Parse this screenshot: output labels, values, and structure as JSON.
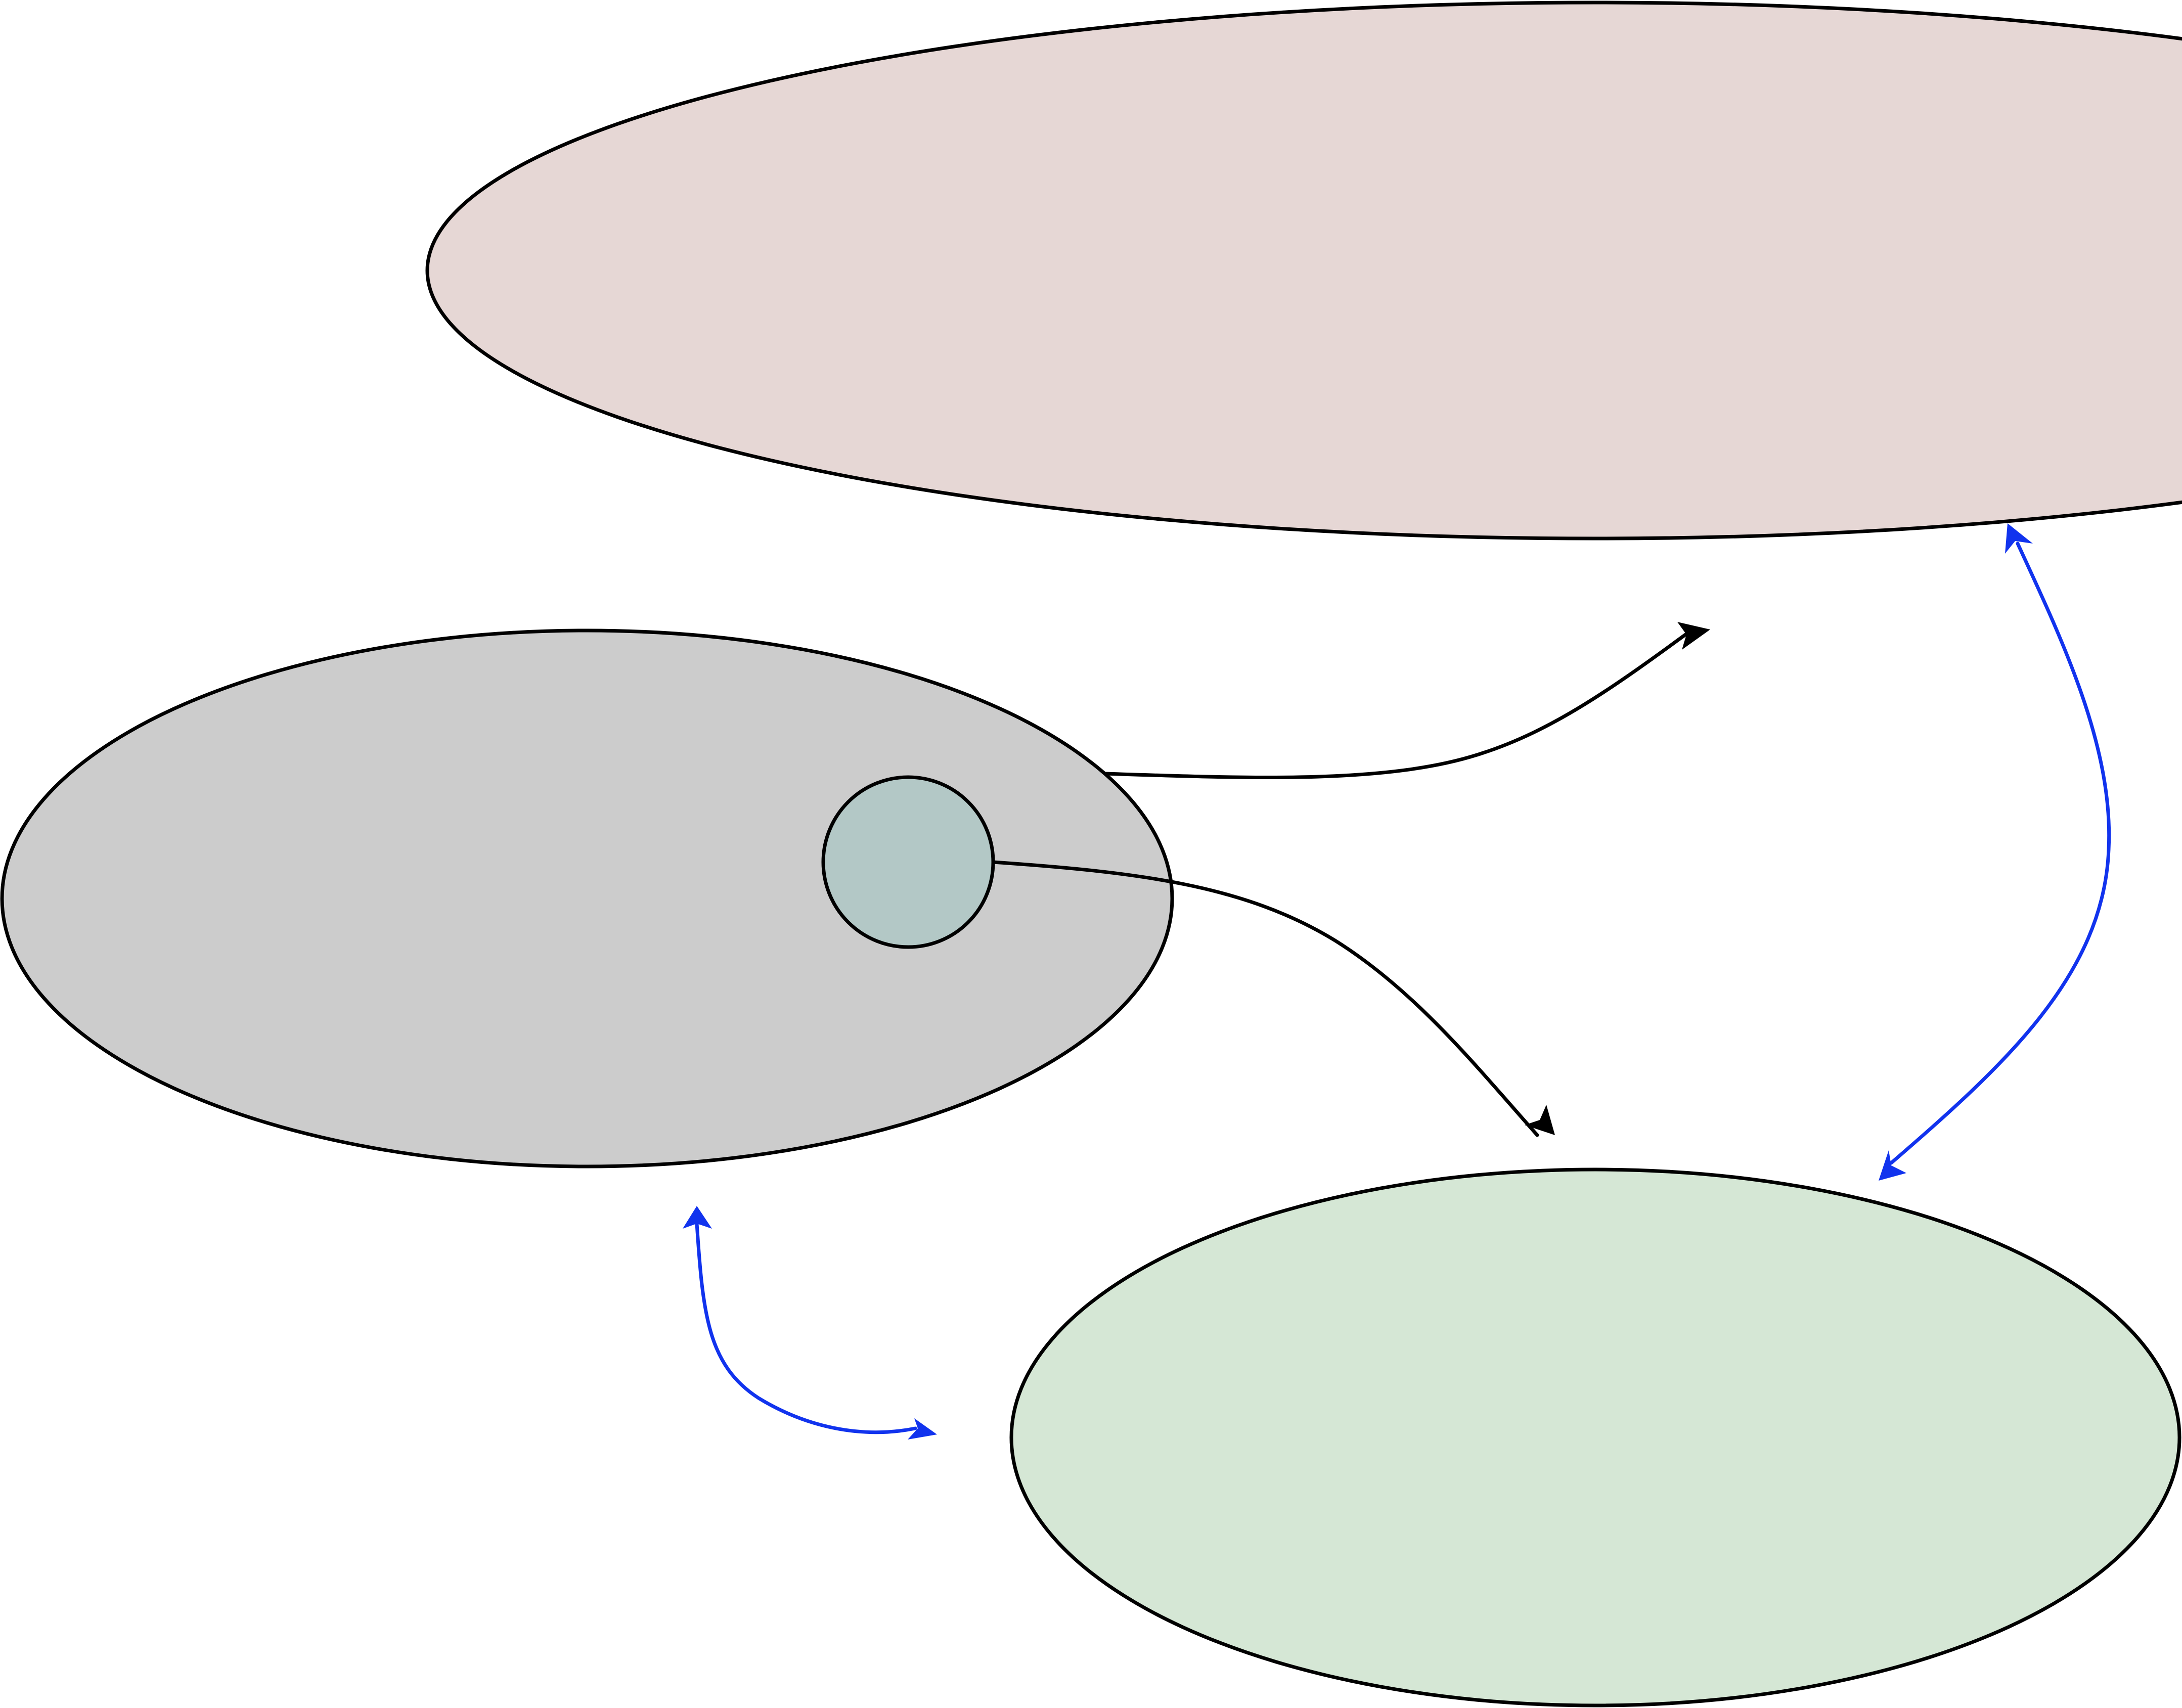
{
  "diagram": {
    "nodes": [
      {
        "id": "top-right-set",
        "shape": "ellipse",
        "fill": "#e6d7d5"
      },
      {
        "id": "left-set",
        "shape": "ellipse",
        "fill": "#cccccc"
      },
      {
        "id": "inner-element",
        "shape": "circle",
        "fill": "#b3c8c6"
      },
      {
        "id": "bottom-right-set",
        "shape": "ellipse",
        "fill": "#d5e7d5"
      }
    ],
    "edges": [
      {
        "id": "left-to-top",
        "from": "left-set",
        "to": "top-right-set",
        "color": "#000000",
        "direction": "forward"
      },
      {
        "id": "inner-to-bottom",
        "from": "inner-element",
        "to": "bottom-right-set",
        "color": "#000000",
        "direction": "forward"
      },
      {
        "id": "top-bottom",
        "from": "bottom-right-set",
        "to": "top-right-set",
        "color": "#1133ee",
        "direction": "both"
      },
      {
        "id": "left-bottom",
        "from": "left-set",
        "to": "bottom-right-set",
        "color": "#1133ee",
        "direction": "both"
      }
    ]
  }
}
